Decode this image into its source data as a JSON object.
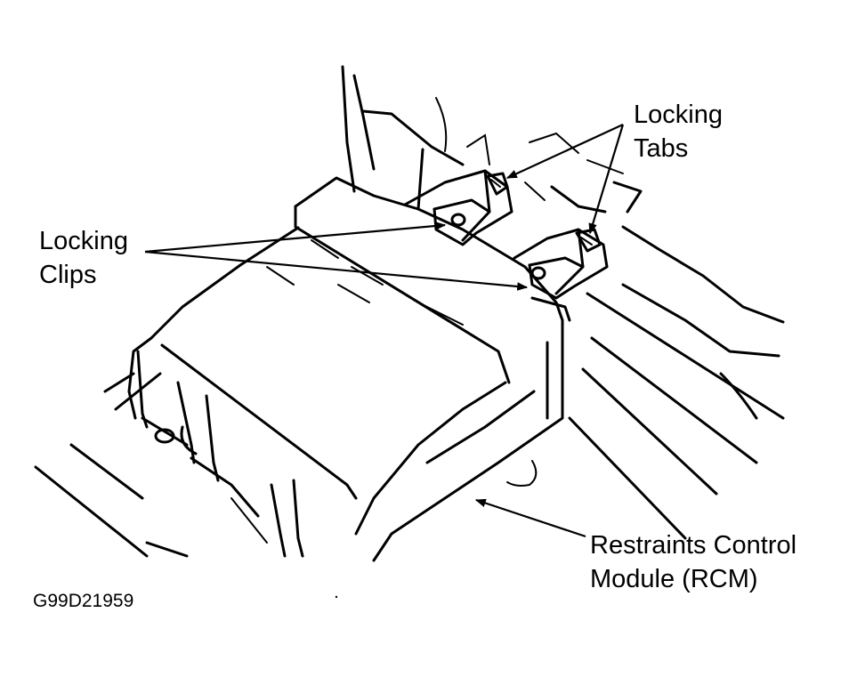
{
  "labels": {
    "locking_tabs_line1": "Locking",
    "locking_tabs_line2": "Tabs",
    "locking_clips_line1": "Locking",
    "locking_clips_line2": "Clips",
    "rcm_line1": "Restraints Control",
    "rcm_line2": "Module (RCM)",
    "figure_code": "G99D21959"
  },
  "colors": {
    "ink": "#000000",
    "paper": "#ffffff"
  }
}
